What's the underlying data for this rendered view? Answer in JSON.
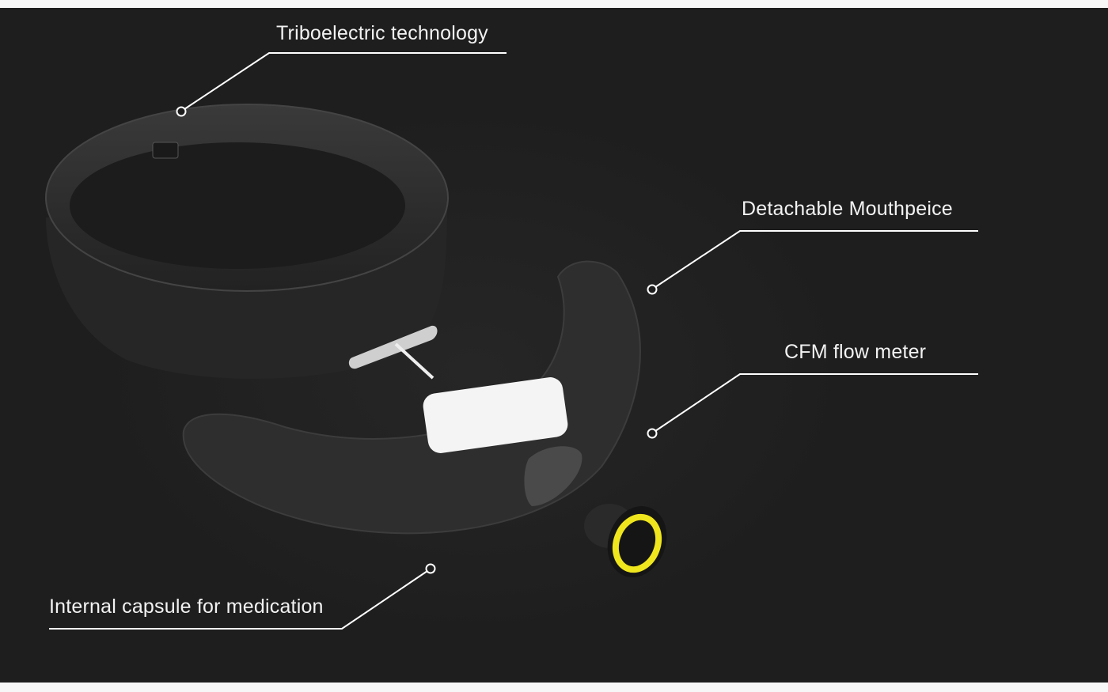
{
  "annotations": [
    {
      "id": "triboelectric",
      "text": "Triboelectric technology"
    },
    {
      "id": "mouthpiece",
      "text": "Detachable Mouthpeice"
    },
    {
      "id": "flow-meter",
      "text": "CFM flow meter"
    },
    {
      "id": "capsule",
      "text": "Internal capsule for medication"
    }
  ],
  "colors": {
    "background": "#1e1e1e",
    "device": "#2f2f2f",
    "accent": "#f0e61e",
    "line": "#ffffff"
  }
}
